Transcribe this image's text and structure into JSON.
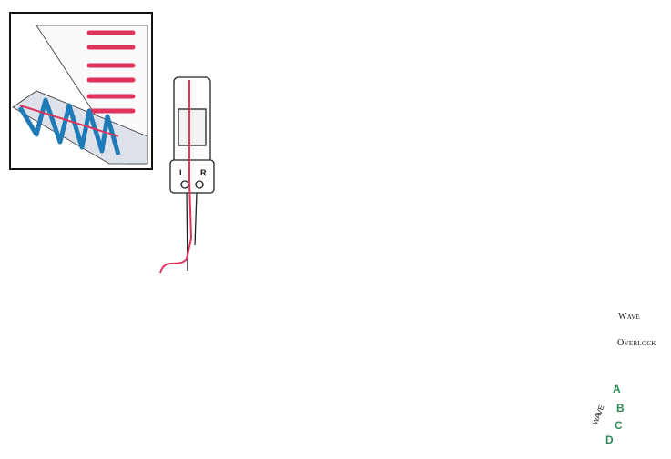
{
  "labels": {
    "wave": "Wave",
    "overlock": "Overlock",
    "dial_wave": "WAVE",
    "dial_a": "A",
    "dial_b": "B",
    "dial_c": "C",
    "dial_d": "D",
    "knob_l": "L",
    "knob_r": "R"
  },
  "colors": {
    "thread_red": "#e0325a",
    "thread_blue": "#1f7ab8",
    "spool_red": "#e23a5e",
    "spool_blue": "#1b6fb0",
    "dial_letters": "#2e8b57",
    "outline": "#222222",
    "arrow": "#707070"
  }
}
